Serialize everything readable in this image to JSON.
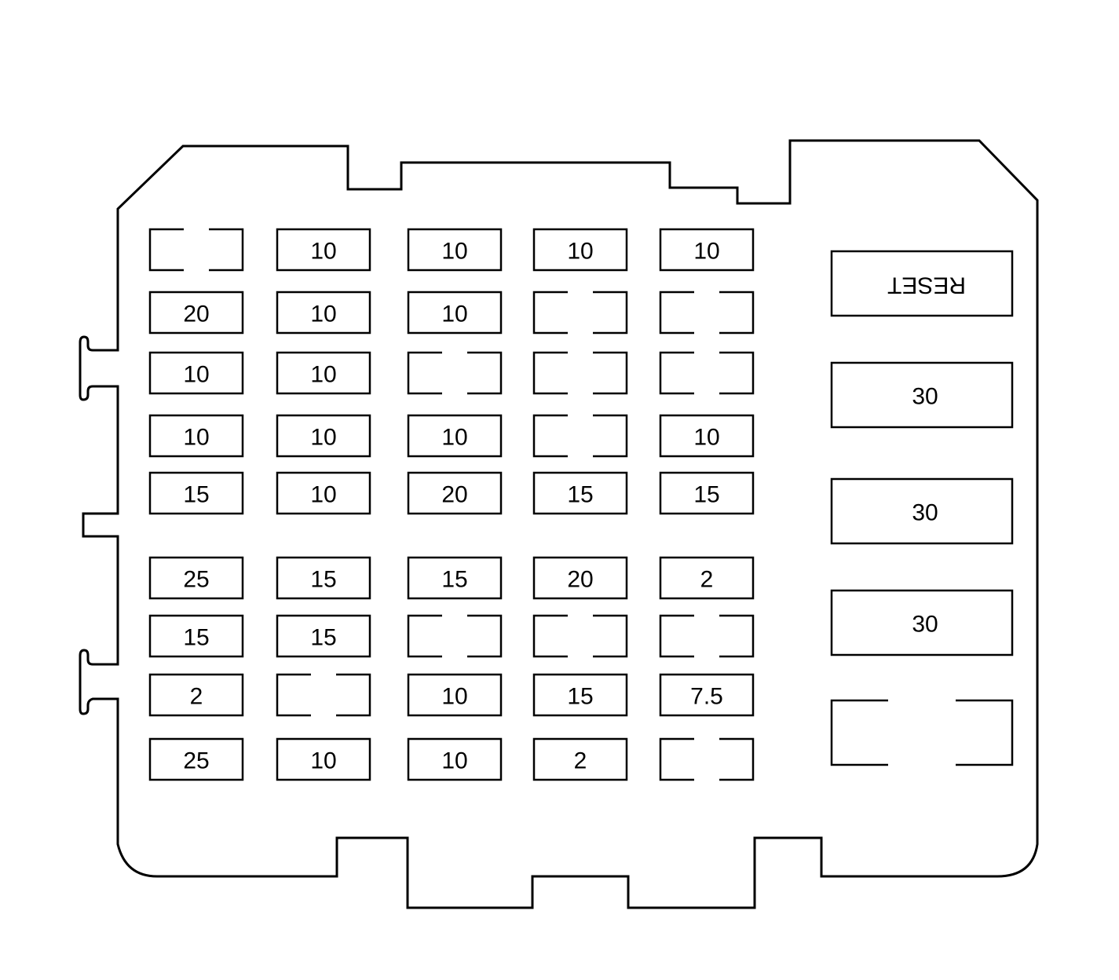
{
  "fuse_panel": {
    "fuse_grid": [
      [
        "",
        "10",
        "10",
        "10",
        "10"
      ],
      [
        "20",
        "10",
        "10",
        "",
        ""
      ],
      [
        "10",
        "10",
        "",
        "",
        ""
      ],
      [
        "10",
        "10",
        "10",
        "",
        "10"
      ],
      [
        "15",
        "10",
        "20",
        "15",
        "15"
      ],
      [
        "25",
        "15",
        "15",
        "20",
        "2"
      ],
      [
        "15",
        "15",
        "",
        "",
        ""
      ],
      [
        "2",
        "",
        "10",
        "15",
        "7.5"
      ],
      [
        "25",
        "10",
        "10",
        "2",
        ""
      ]
    ],
    "relays": [
      {
        "label": "RESET",
        "mirrored": true
      },
      {
        "label": "30",
        "mirrored": false
      },
      {
        "label": "30",
        "mirrored": false
      },
      {
        "label": "30",
        "mirrored": false
      },
      {
        "label": "",
        "mirrored": false
      }
    ]
  }
}
